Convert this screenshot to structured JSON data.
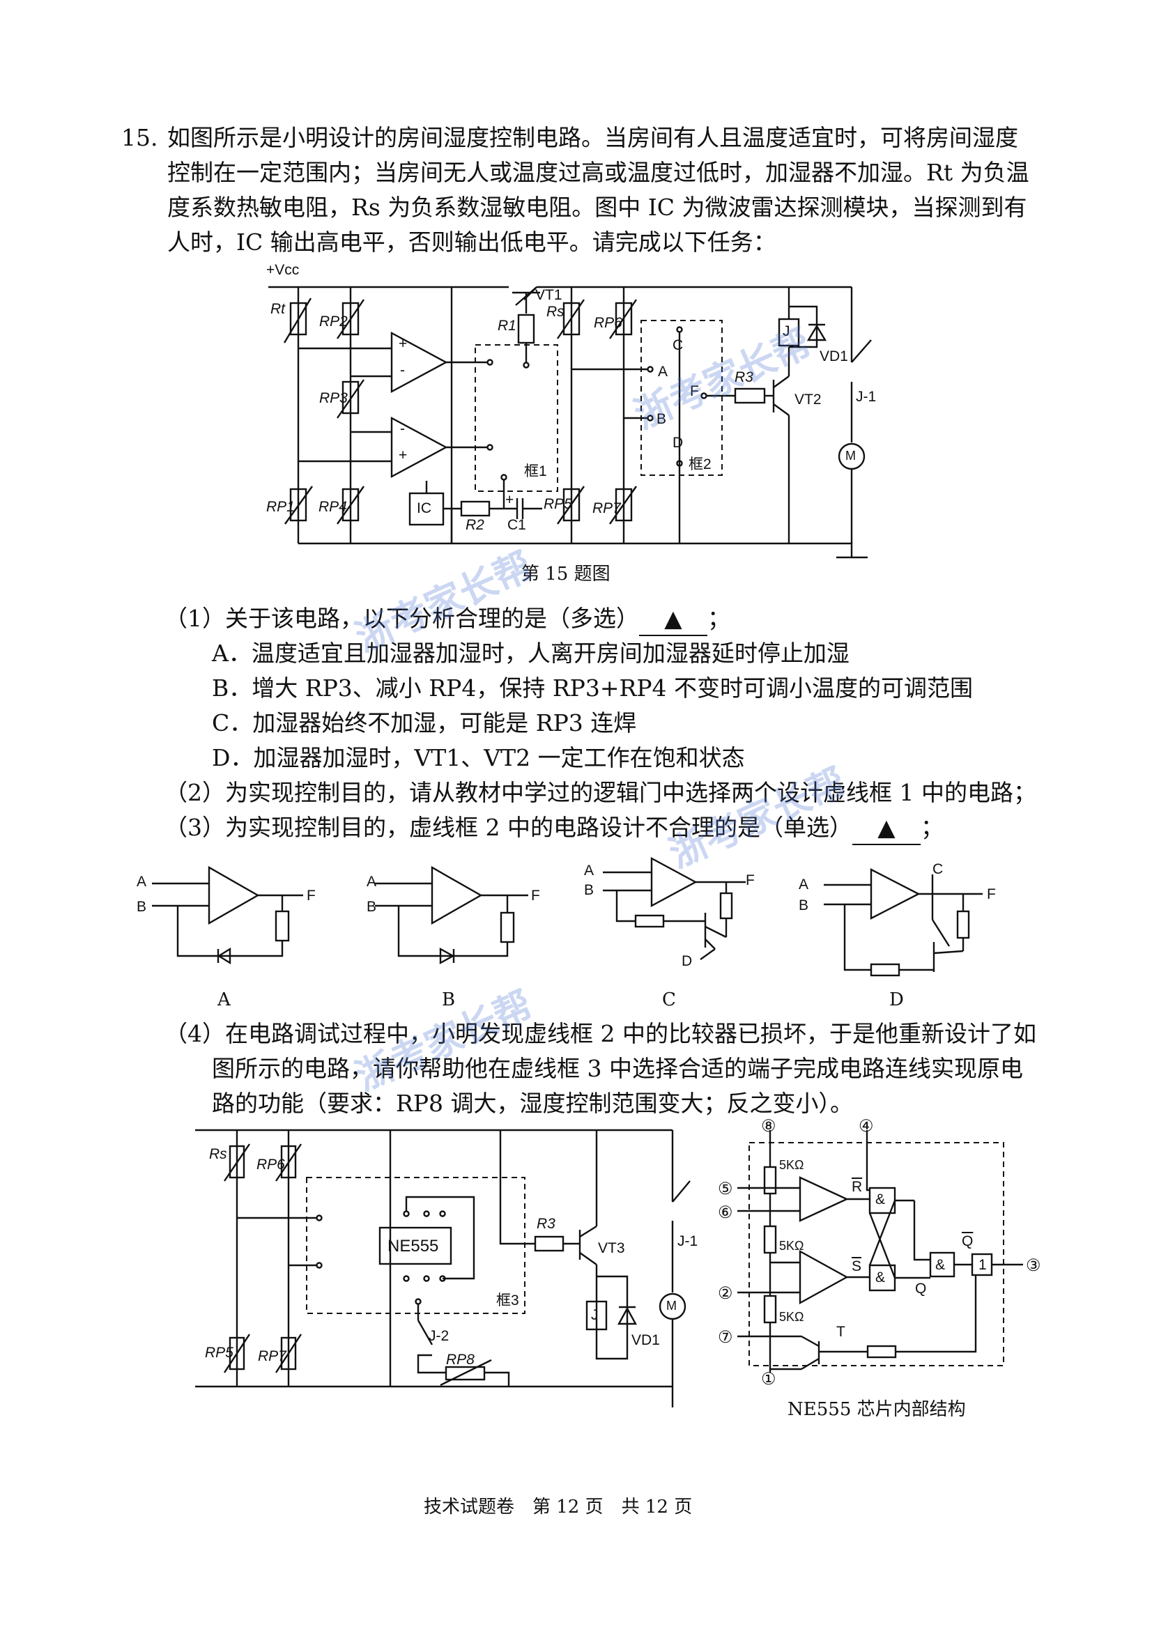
{
  "question": {
    "number": "15.",
    "intro": [
      "如图所示是小明设计的房间湿度控制电路。当房间有人且温度适宜时，可将房间湿度",
      "控制在一定范围内；当房间无人或温度过高或温度过低时，加湿器不加湿。Rt 为负温",
      "度系数热敏电阻，Rs 为负系数湿敏电阻。图中 IC 为微波雷达探测模块，当探测到有",
      "人时，IC 输出高电平，否则输出低电平。请完成以下任务："
    ]
  },
  "figure1": {
    "caption": "第 15 题图",
    "labels": {
      "vcc": "+Vcc",
      "rt": "Rt",
      "rp2": "RP2",
      "rp3": "RP3",
      "rp1": "RP1",
      "rp4": "RP4",
      "ic": "IC",
      "r2": "R2",
      "c1": "C1",
      "vt1": "VT1",
      "r1": "R1",
      "frame1": "框1",
      "rs": "Rs",
      "rp6": "RP6",
      "rp5": "RP5",
      "rp7": "RP7",
      "a": "A",
      "b": "B",
      "c": "C",
      "d": "D",
      "f": "F",
      "frame2": "框2",
      "r3": "R3",
      "vt2": "VT2",
      "j": "J",
      "vd1": "VD1",
      "j1": "J-1",
      "m": "M",
      "plus": "+",
      "minus": "-"
    }
  },
  "part1": {
    "stem": "（1）关于该电路，以下分析合理的是（多选）",
    "answer_mark": "▲",
    "end": "；",
    "options": [
      "A．温度适宜且加湿器加湿时，人离开房间加湿器延时停止加湿",
      "B．增大 RP3、减小 RP4，保持 RP3+RP4 不变时可调小温度的可调范围",
      "C．加湿器始终不加湿，可能是 RP3 连焊",
      "D．加湿器加湿时，VT1、VT2 一定工作在饱和状态"
    ]
  },
  "part2": {
    "text": "（2）为实现控制目的，请从教材中学过的逻辑门中选择两个设计虚线框 1 中的电路；"
  },
  "part3": {
    "stem": "（3）为实现控制目的，虚线框 2 中的电路设计不合理的是（单选）",
    "answer_mark": "▲",
    "end": "；",
    "option_labels": [
      "A",
      "B",
      "C",
      "D"
    ],
    "pins": {
      "a": "A",
      "b": "B",
      "c": "C",
      "d": "D",
      "f": "F"
    }
  },
  "part4": {
    "lines": [
      "（4）在电路调试过程中，小明发现虚线框 2 中的比较器已损坏，于是他重新设计了如",
      "图所示的电路，请你帮助他在虚线框 3 中选择合适的端子完成电路连线实现原电",
      "路的功能（要求：RP8 调大，湿度控制范围变大；反之变小）。"
    ],
    "labels": {
      "rs": "Rs",
      "rp6": "RP6",
      "rp5": "RP5",
      "rp7": "RP7",
      "ne555": "NE555",
      "frame3": "框3",
      "r3": "R3",
      "vt3": "VT3",
      "j": "J",
      "vd1": "VD1",
      "j1": "J-1",
      "j2": "J-2",
      "rp8": "RP8",
      "m": "M"
    }
  },
  "ne555_diagram": {
    "caption": "NE555 芯片内部结构",
    "pins": [
      "⑧",
      "④",
      "⑤",
      "⑥",
      "②",
      "⑦",
      "①",
      "③"
    ],
    "resistor_label": "5KΩ",
    "signals": {
      "r_bar": "R",
      "s_bar": "S",
      "q": "Q",
      "q_bar": "Q",
      "t": "T",
      "and": "&",
      "buf": "1"
    }
  },
  "footer": {
    "text": "技术试题卷　第 12 页　共 12 页"
  },
  "watermark": {
    "text": "浙考家长帮"
  }
}
